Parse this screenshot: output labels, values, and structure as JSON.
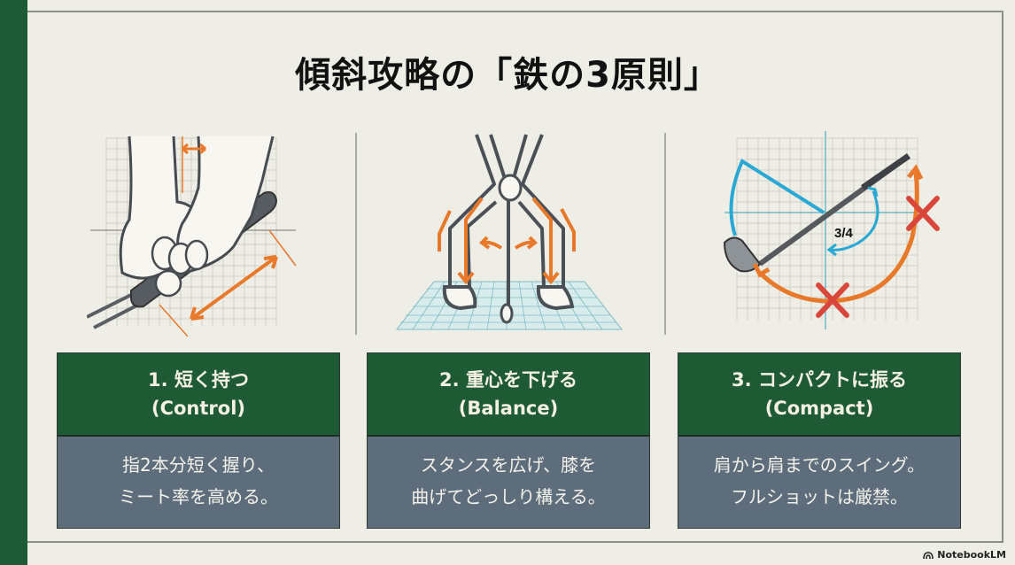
{
  "title": "傾斜攻略の「鉄の3原則」",
  "colors": {
    "accent_green": "#1e5a34",
    "side_bar_green": "#1c5b35",
    "card_body_slate": "#5e6d7c",
    "background": "#efeee6",
    "arrow_orange": "#e8792a",
    "cyan": "#2aa8d4",
    "cross_red": "#d9473a"
  },
  "principles": [
    {
      "heading": "1. 短く持つ",
      "subheading": "(Control)",
      "body_line1": "指2本分短く握り、",
      "body_line2": "ミート率を高める。",
      "illustration": "grip-hands-icon"
    },
    {
      "heading": "2. 重心を下げる",
      "subheading": "(Balance)",
      "body_line1": "スタンスを広げ、膝を",
      "body_line2": "曲げてどっしり構える。",
      "illustration": "wide-stance-icon"
    },
    {
      "heading": "3. コンパクトに振る",
      "subheading": "(Compact)",
      "body_line1": "肩から肩までのスイング。",
      "body_line2": "フルショットは厳禁。",
      "illustration": "compact-swing-icon",
      "swing_label": "3/4"
    }
  ],
  "brand": {
    "label": "NotebookLM",
    "icon": "notebooklm-logo-icon"
  }
}
